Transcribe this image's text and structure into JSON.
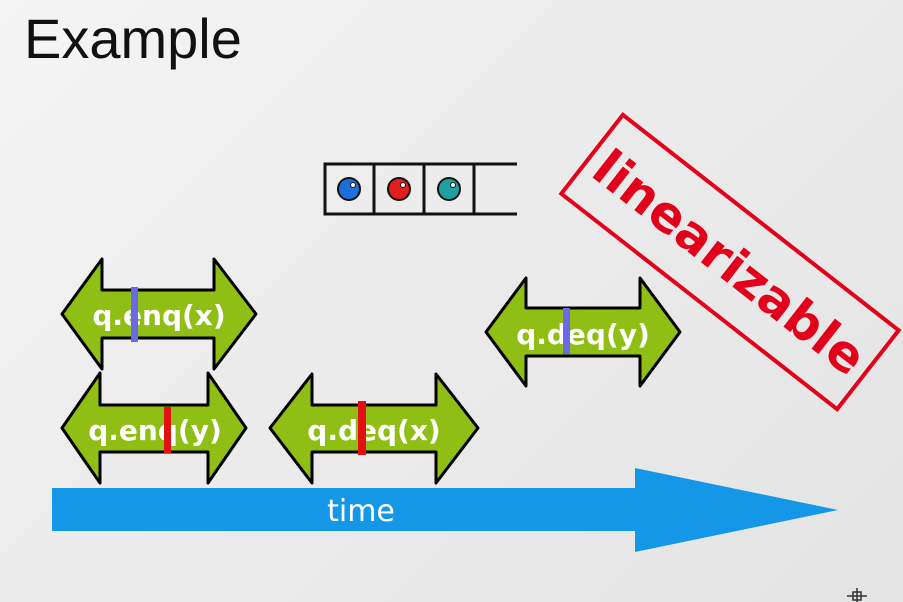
{
  "slide": {
    "title": "Example"
  },
  "queue": {
    "slots": [
      {
        "color": "#1f6fd8"
      },
      {
        "color": "#e21e1e"
      },
      {
        "color": "#1fa0a0"
      },
      {
        "color": null
      }
    ]
  },
  "operations": [
    {
      "id": "enq-x",
      "label": "q.enq(x)",
      "marker_color": "#6a6ae6"
    },
    {
      "id": "enq-y",
      "label": "q.enq(y)",
      "marker_color": "#e21010"
    },
    {
      "id": "deq-x",
      "label": "q.deq(x)",
      "marker_color": "#e21010"
    },
    {
      "id": "deq-y",
      "label": "q.deq(y)",
      "marker_color": "#6a6ae6"
    }
  ],
  "timeline": {
    "label": "time",
    "color": "#1597e8"
  },
  "stamp": {
    "text": "linearizable",
    "color": "#e3001b"
  },
  "colors": {
    "arrow_fill": "#8fbe14",
    "arrow_outline": "#000000"
  }
}
